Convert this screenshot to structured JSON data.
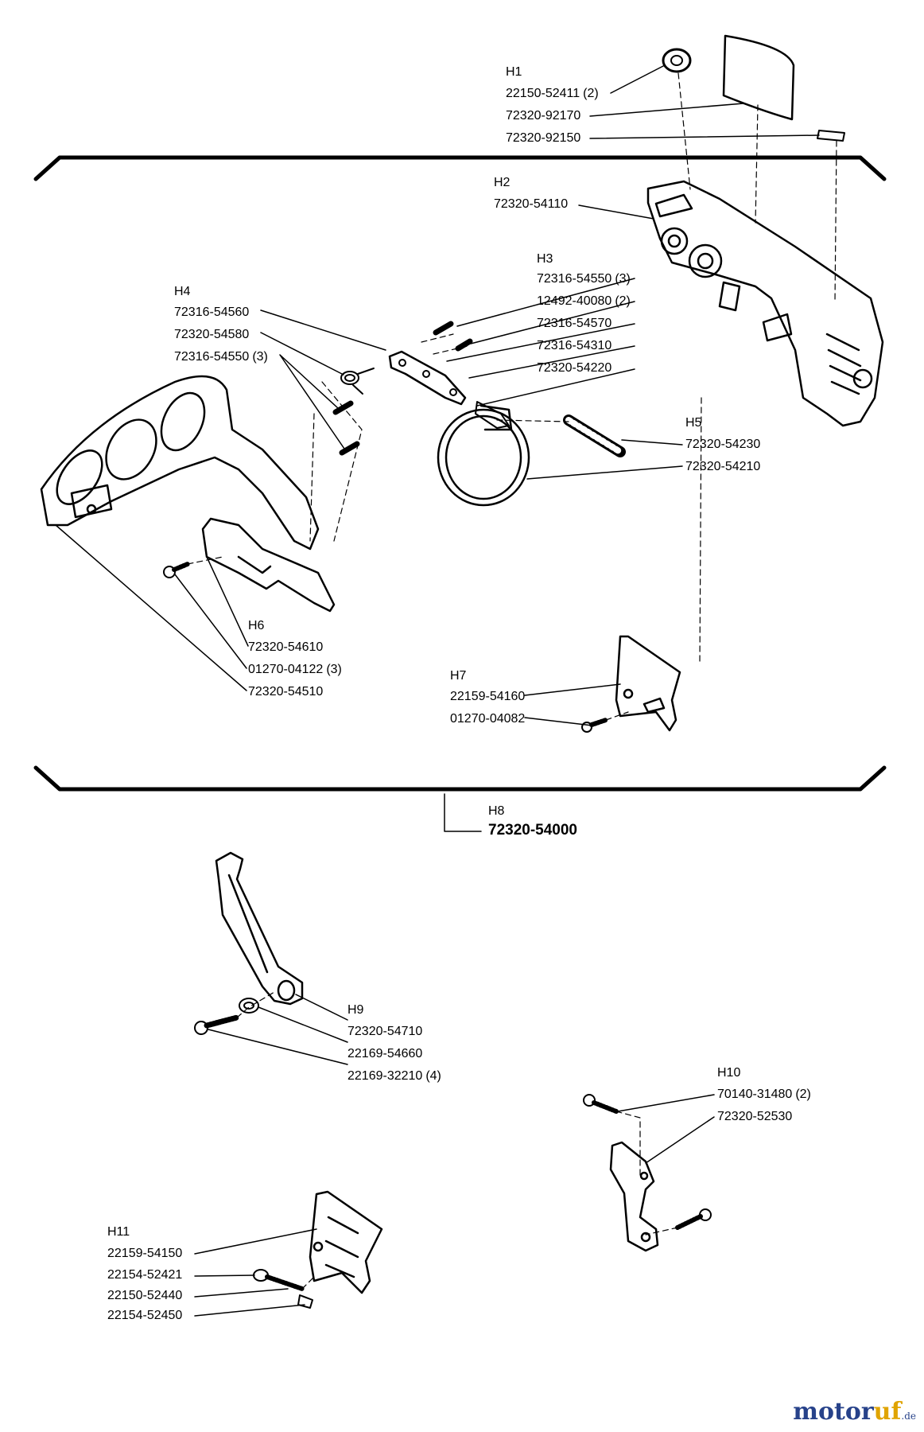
{
  "groups": {
    "h1": {
      "code": "H1",
      "parts": [
        {
          "no": "22150-52411",
          "qty": "(2)"
        },
        {
          "no": "72320-92170",
          "qty": ""
        },
        {
          "no": "72320-92150",
          "qty": ""
        }
      ]
    },
    "h2": {
      "code": "H2",
      "parts": [
        {
          "no": "72320-54110",
          "qty": ""
        }
      ]
    },
    "h3": {
      "code": "H3",
      "parts": [
        {
          "no": "72316-54550",
          "qty": "(3)"
        },
        {
          "no": "12492-40080",
          "qty": "(2)"
        },
        {
          "no": "72316-54570",
          "qty": ""
        },
        {
          "no": "72316-54310",
          "qty": ""
        },
        {
          "no": "72320-54220",
          "qty": ""
        }
      ]
    },
    "h4": {
      "code": "H4",
      "parts": [
        {
          "no": "72316-54560",
          "qty": ""
        },
        {
          "no": "72320-54580",
          "qty": ""
        },
        {
          "no": "72316-54550",
          "qty": "(3)"
        }
      ]
    },
    "h5": {
      "code": "H5",
      "parts": [
        {
          "no": "72320-54230",
          "qty": ""
        },
        {
          "no": "72320-54210",
          "qty": ""
        }
      ]
    },
    "h6": {
      "code": "H6",
      "parts": [
        {
          "no": "72320-54610",
          "qty": ""
        },
        {
          "no": "01270-04122",
          "qty": "(3)"
        },
        {
          "no": "72320-54510",
          "qty": ""
        }
      ]
    },
    "h7": {
      "code": "H7",
      "parts": [
        {
          "no": "22159-54160",
          "qty": ""
        },
        {
          "no": "01270-04082",
          "qty": ""
        }
      ]
    },
    "h8": {
      "code": "H8",
      "assembly": "72320-54000"
    },
    "h9": {
      "code": "H9",
      "parts": [
        {
          "no": "72320-54710",
          "qty": ""
        },
        {
          "no": "22169-54660",
          "qty": ""
        },
        {
          "no": "22169-32210",
          "qty": "(4)"
        }
      ]
    },
    "h10": {
      "code": "H10",
      "parts": [
        {
          "no": "70140-31480",
          "qty": "(2)"
        },
        {
          "no": "72320-52530",
          "qty": ""
        }
      ]
    },
    "h11": {
      "code": "H11",
      "parts": [
        {
          "no": "22159-54150",
          "qty": ""
        },
        {
          "no": "22154-52421",
          "qty": ""
        },
        {
          "no": "22150-52440",
          "qty": ""
        },
        {
          "no": "22154-52450",
          "qty": ""
        }
      ]
    }
  },
  "logo": {
    "main": "motor",
    "accent": "uf",
    "suffix": ".de"
  }
}
